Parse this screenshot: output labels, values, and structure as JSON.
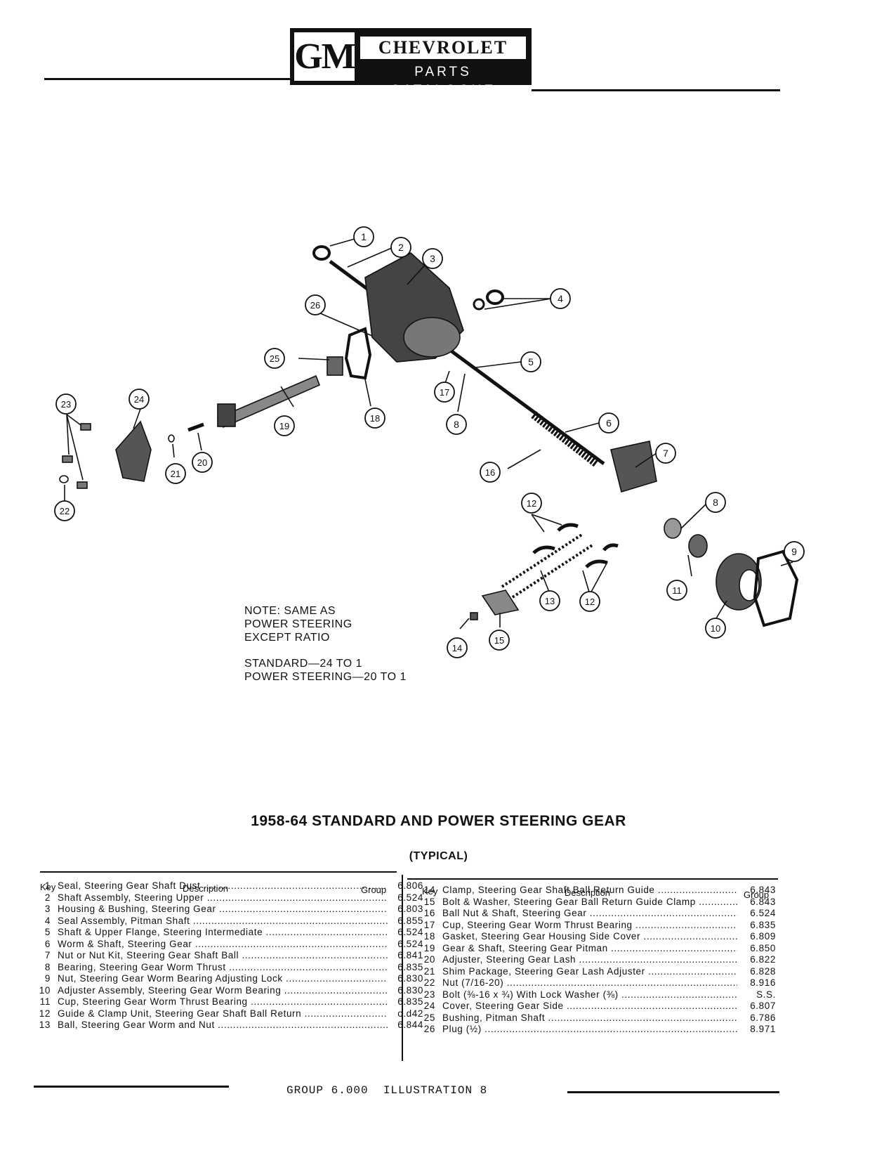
{
  "header": {
    "logo_mark": "GM",
    "brand": "CHEVROLET",
    "subtitle": "PARTS CATALOGUE"
  },
  "diagram": {
    "callouts": [
      "1",
      "2",
      "3",
      "4",
      "5",
      "6",
      "7",
      "8",
      "8",
      "9",
      "10",
      "11",
      "12",
      "12",
      "13",
      "14",
      "15",
      "16",
      "17",
      "18",
      "19",
      "20",
      "21",
      "22",
      "23",
      "24",
      "25",
      "26"
    ]
  },
  "note": {
    "line1": "NOTE: SAME AS",
    "line2": "POWER STEERING",
    "line3": "EXCEPT RATIO",
    "ratio_standard": "STANDARD—24 TO 1",
    "ratio_power": "POWER STEERING—20 TO 1"
  },
  "title": "1958-64 STANDARD AND POWER STEERING GEAR",
  "subtitle": "(TYPICAL)",
  "table": {
    "headers": {
      "key": "Key",
      "description": "Description",
      "group": "Group"
    },
    "left": [
      {
        "key": "1",
        "desc": "Seal, Steering Gear Shaft Dust",
        "group": "6.806"
      },
      {
        "key": "2",
        "desc": "Shaft Assembly, Steering Upper",
        "group": "6.524"
      },
      {
        "key": "3",
        "desc": "Housing & Bushing, Steering Gear",
        "group": "6.803"
      },
      {
        "key": "4",
        "desc": "Seal Assembly, Pitman Shaft",
        "group": "6.855"
      },
      {
        "key": "5",
        "desc": "Shaft & Upper Flange, Steering Intermediate",
        "group": "6.524"
      },
      {
        "key": "6",
        "desc": "Worm & Shaft, Steering Gear",
        "group": "6.524"
      },
      {
        "key": "7",
        "desc": "Nut or Nut Kit, Steering Gear Shaft Ball",
        "group": "6.841"
      },
      {
        "key": "8",
        "desc": "Bearing, Steering Gear Worm Thrust",
        "group": "6.835"
      },
      {
        "key": "9",
        "desc": "Nut, Steering Gear Worm Bearing Adjusting Lock",
        "group": "6.830"
      },
      {
        "key": "10",
        "desc": "Adjuster Assembly, Steering Gear Worm Bearing",
        "group": "6.830"
      },
      {
        "key": "11",
        "desc": "Cup, Steering Gear Worm Thrust Bearing",
        "group": "6.835"
      },
      {
        "key": "12",
        "desc": "Guide & Clamp Unit, Steering Gear Shaft Ball Return",
        "group": "o.d42"
      },
      {
        "key": "13",
        "desc": "Ball, Steering Gear Worm and Nut",
        "group": "6.844"
      }
    ],
    "right": [
      {
        "key": "14",
        "desc": "Clamp, Steering Gear Shaft Ball Return Guide",
        "group": "6.843"
      },
      {
        "key": "15",
        "desc": "Bolt & Washer, Steering Gear Ball Return Guide Clamp",
        "group": "6.843"
      },
      {
        "key": "16",
        "desc": "Ball Nut & Shaft, Steering Gear",
        "group": "6.524"
      },
      {
        "key": "17",
        "desc": "Cup, Steering Gear Worm Thrust Bearing",
        "group": "6.835"
      },
      {
        "key": "18",
        "desc": "Gasket, Steering Gear Housing Side Cover",
        "group": "6.809"
      },
      {
        "key": "19",
        "desc": "Gear & Shaft, Steering Gear Pitman",
        "group": "6.850"
      },
      {
        "key": "20",
        "desc": "Adjuster, Steering Gear Lash",
        "group": "6.822"
      },
      {
        "key": "21",
        "desc": "Shim Package, Steering Gear Lash Adjuster",
        "group": "6.828"
      },
      {
        "key": "22",
        "desc": "Nut (7/16-20)",
        "group": "8.916"
      },
      {
        "key": "23",
        "desc": "Bolt (⅜-16 x ¾) With Lock Washer (⅜)",
        "group": "S.S."
      },
      {
        "key": "24",
        "desc": "Cover, Steering Gear Side",
        "group": "6.807"
      },
      {
        "key": "25",
        "desc": "Bushing, Pitman Shaft",
        "group": "6.786"
      },
      {
        "key": "26",
        "desc": "Plug (½)",
        "group": "8.971"
      }
    ]
  },
  "footer": "GROUP 6.000  ILLUSTRATION 8"
}
